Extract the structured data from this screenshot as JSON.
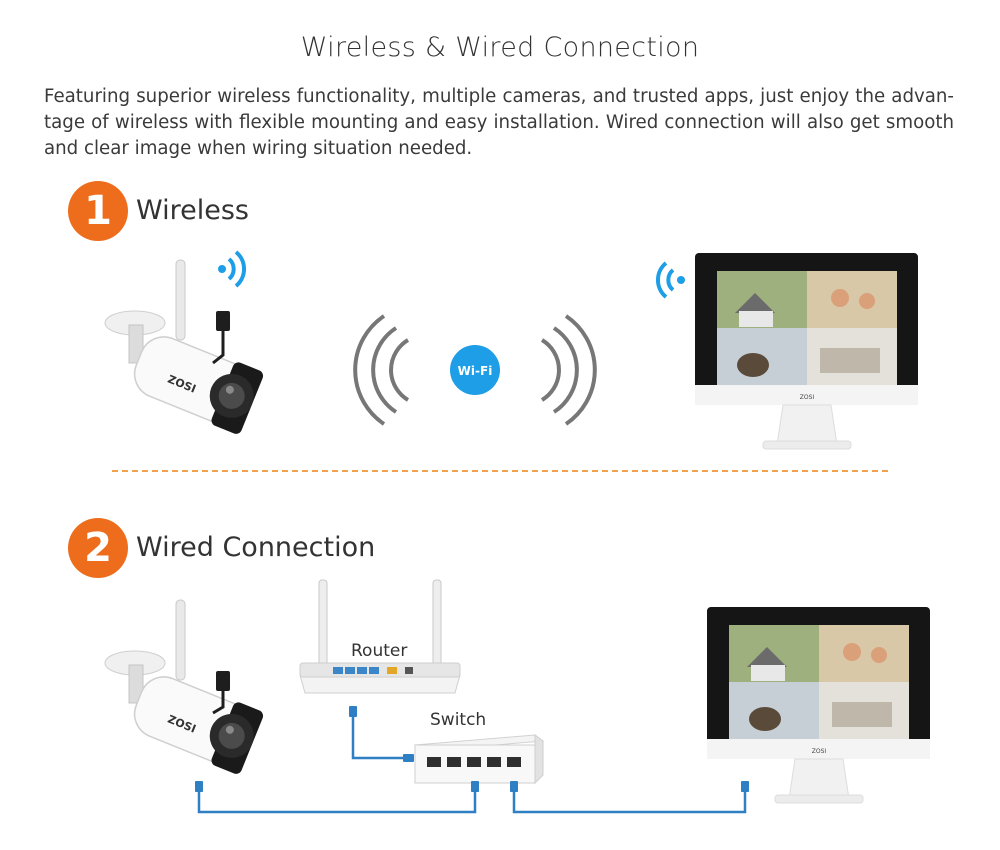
{
  "title": "Wireless & Wired Connection",
  "intro": "Featuring superior wireless functionality, multiple cameras, and trusted apps, just enjoy the advan-tage of wireless with flexible mounting and easy installation. Wired connection will also get smooth and clear image when wiring situation needed.",
  "sections": [
    {
      "number": "1",
      "label": "Wireless"
    },
    {
      "number": "2",
      "label": "Wired Connection"
    }
  ],
  "wifi_badge": "Wi-Fi",
  "brand": "ZOSI",
  "devices": {
    "router": "Router",
    "switch": "Switch"
  },
  "colors": {
    "accent": "#ee6d1d",
    "wifi_blue": "#1e9ee6",
    "cable_blue": "#2e7fc4",
    "divider": "#f2a24c"
  }
}
